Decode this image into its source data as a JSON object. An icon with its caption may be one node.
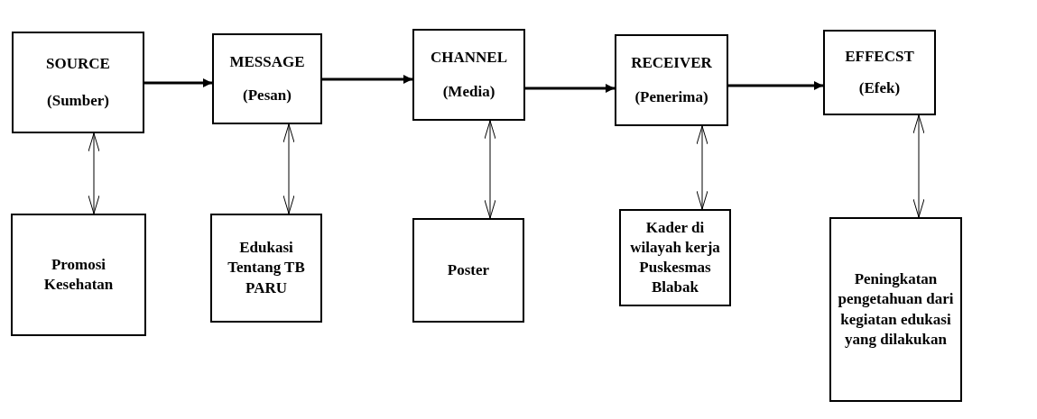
{
  "diagram": {
    "nodes": [
      {
        "text": [
          "SOURCE",
          "(Sumber)"
        ]
      },
      {
        "text": [
          "MESSAGE",
          "(Pesan)"
        ]
      },
      {
        "text": [
          "CHANNEL",
          "(Media)"
        ]
      },
      {
        "text": [
          "RECEIVER",
          "(Penerima)"
        ]
      },
      {
        "text": [
          "EFFECST",
          "(Efek)"
        ]
      },
      {
        "text": [
          "Promosi Kesehatan"
        ]
      },
      {
        "text": [
          "Edukasi Tentang TB PARU"
        ]
      },
      {
        "text": [
          "Poster"
        ]
      },
      {
        "text": [
          "Kader di wilayah kerja Puskesmas Blabak"
        ]
      },
      {
        "text": [
          "Peningkatan pengetahuan dari kegiatan edukasi yang dilakukan"
        ]
      }
    ],
    "edges": [
      {
        "from": 0,
        "to": 1,
        "arrow": "to",
        "style": "thick"
      },
      {
        "from": 1,
        "to": 2,
        "arrow": "to",
        "style": "thick"
      },
      {
        "from": 2,
        "to": 3,
        "arrow": "to",
        "style": "thick"
      },
      {
        "from": 3,
        "to": 4,
        "arrow": "to",
        "style": "thick"
      },
      {
        "from": 0,
        "to": 5,
        "arrow": "both"
      },
      {
        "from": 1,
        "to": 6,
        "arrow": "both"
      },
      {
        "from": 2,
        "to": 7,
        "arrow": "both"
      },
      {
        "from": 3,
        "to": 8,
        "arrow": "both"
      },
      {
        "from": 4,
        "to": 9,
        "arrow": "both"
      }
    ]
  }
}
